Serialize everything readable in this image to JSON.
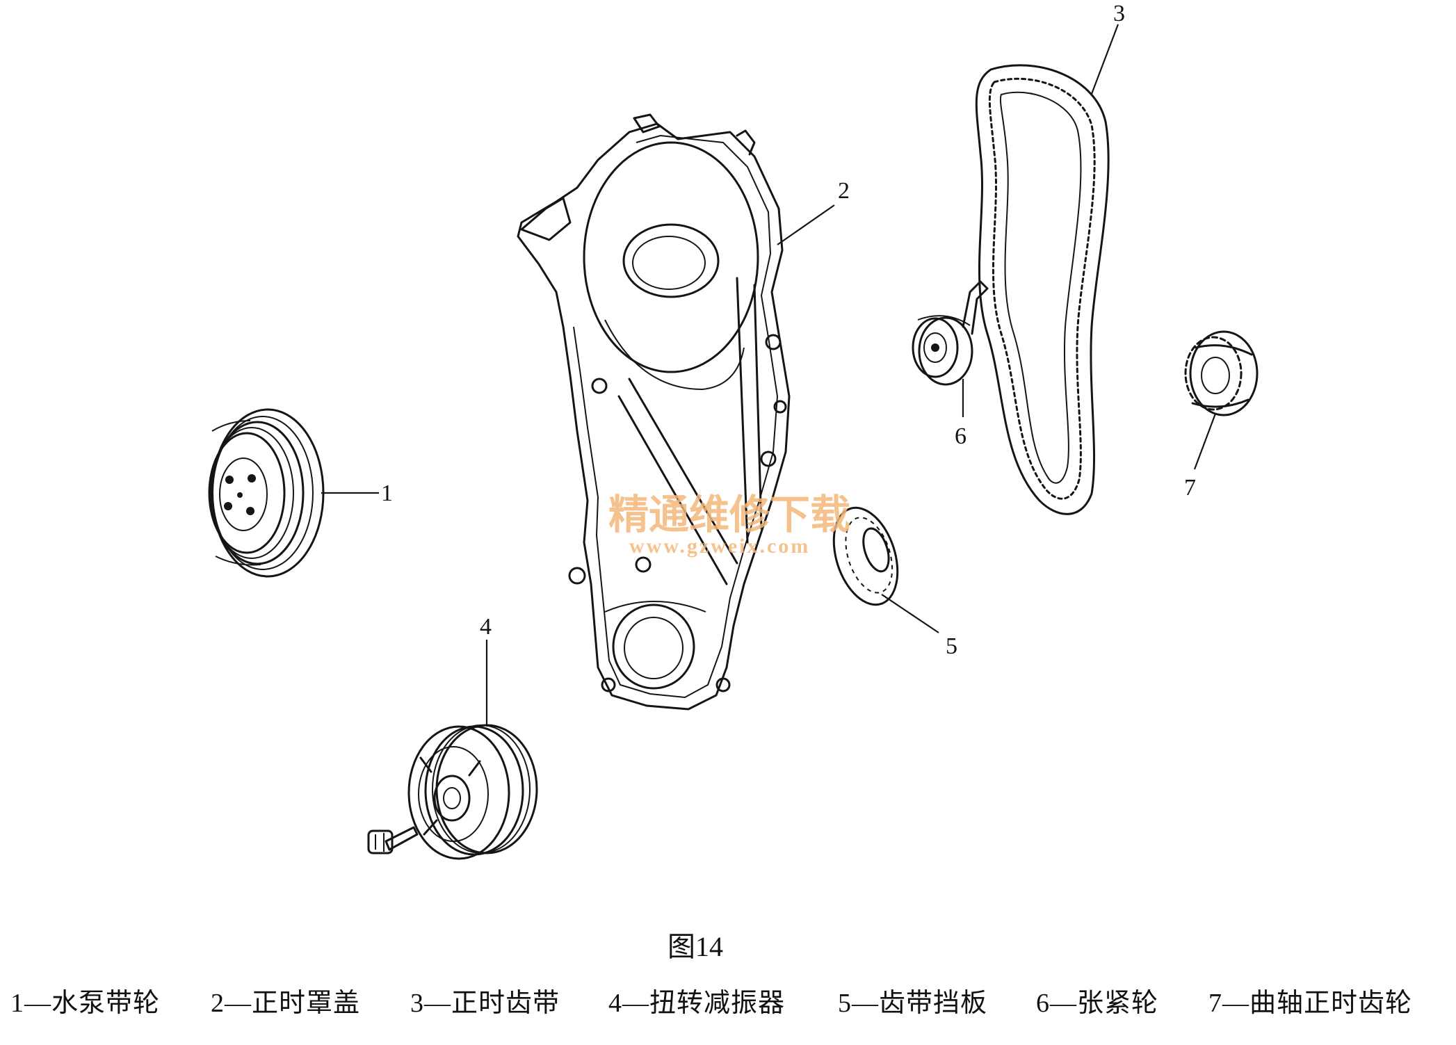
{
  "figure": {
    "caption": "图14",
    "watermark": {
      "cn": "精通维修下载",
      "url": "www.gzweix.com"
    },
    "parts": [
      {
        "number": "1",
        "name": "水泵带轮"
      },
      {
        "number": "2",
        "name": "正时罩盖"
      },
      {
        "number": "3",
        "name": "正时齿带"
      },
      {
        "number": "4",
        "name": "扭转减振器"
      },
      {
        "number": "5",
        "name": "齿带挡板"
      },
      {
        "number": "6",
        "name": "张紧轮"
      },
      {
        "number": "7",
        "name": "曲轴正时齿轮"
      }
    ],
    "legend": [
      "1—水泵带轮",
      "2—正时罩盖",
      "3—正时齿带",
      "4—扭转减振器",
      "5—齿带挡板",
      "6—张紧轮",
      "7—曲轴正时齿轮"
    ]
  }
}
